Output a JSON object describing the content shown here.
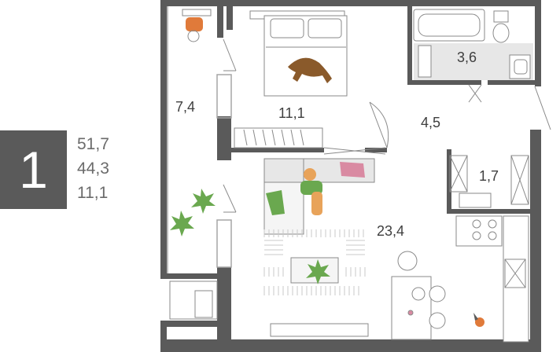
{
  "unit_badge": {
    "rooms": "1",
    "color": "#5a5a5a"
  },
  "area_summary": [
    "51,7",
    "44,3",
    "11,1"
  ],
  "rooms": {
    "balcony": "7,4",
    "bedroom": "11,1",
    "bathroom": "3,6",
    "hallway": "4,5",
    "wardrobe": "1,7",
    "living_kitchen": "23,4"
  },
  "colors": {
    "walls": "#5a5a5a",
    "plant": "#6aa84f",
    "pillow_pink": "#d98aa2",
    "person_orange": "#e8a35a",
    "dog_brown": "#8a5a2b",
    "chair_orange": "#e07a3a",
    "tile": "#e7e7e7"
  }
}
